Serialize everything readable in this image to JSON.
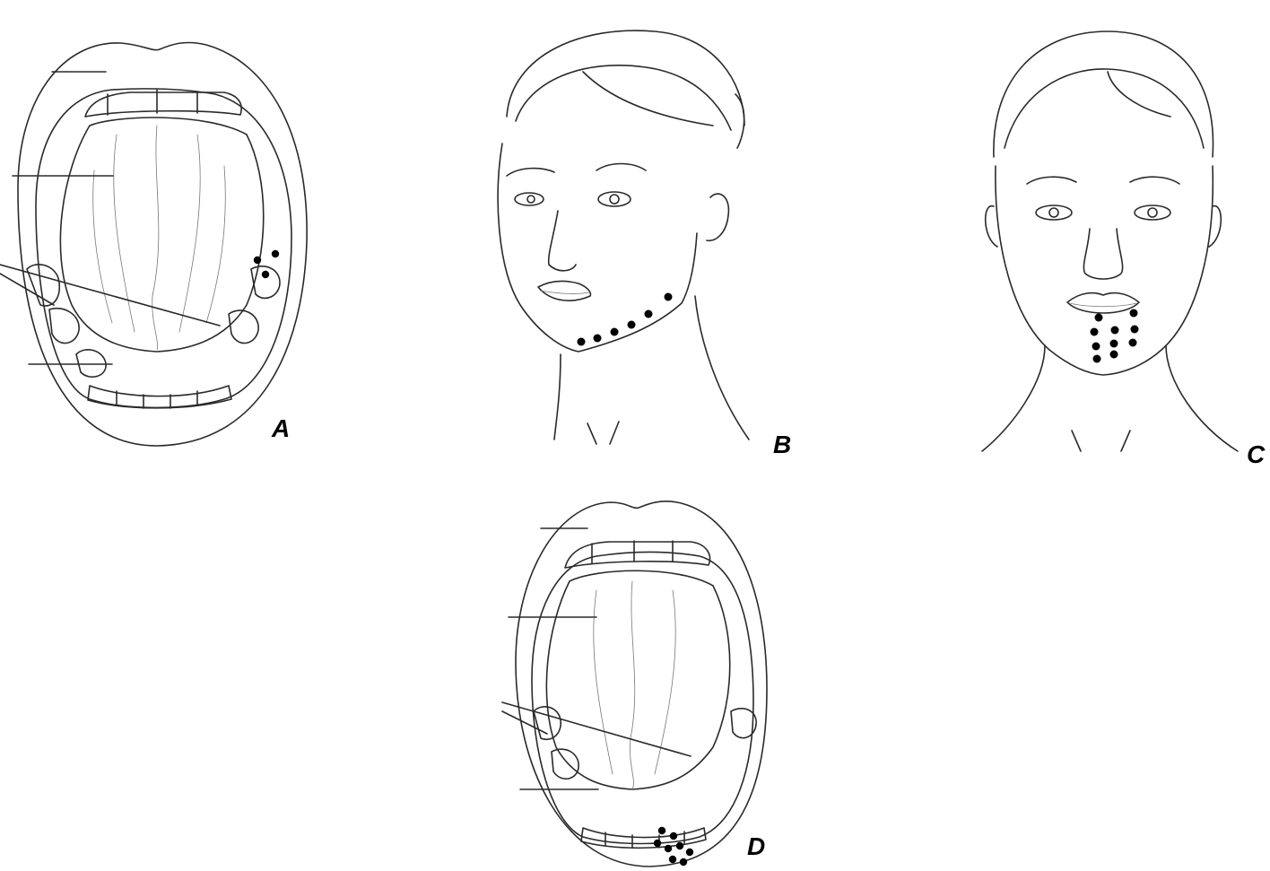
{
  "panels": [
    {
      "id": "A",
      "label": "A",
      "subject": "open-mouth",
      "marker_dots": 3
    },
    {
      "id": "B",
      "label": "B",
      "subject": "face-three-quarter",
      "marker_dots": 6
    },
    {
      "id": "C",
      "label": "C",
      "subject": "face-front",
      "marker_dots": 10
    },
    {
      "id": "D",
      "label": "D",
      "subject": "open-mouth",
      "marker_dots": 8
    }
  ],
  "colors": {
    "ink": "#2a2a2a",
    "dots": "#000000",
    "background": "#ffffff"
  }
}
